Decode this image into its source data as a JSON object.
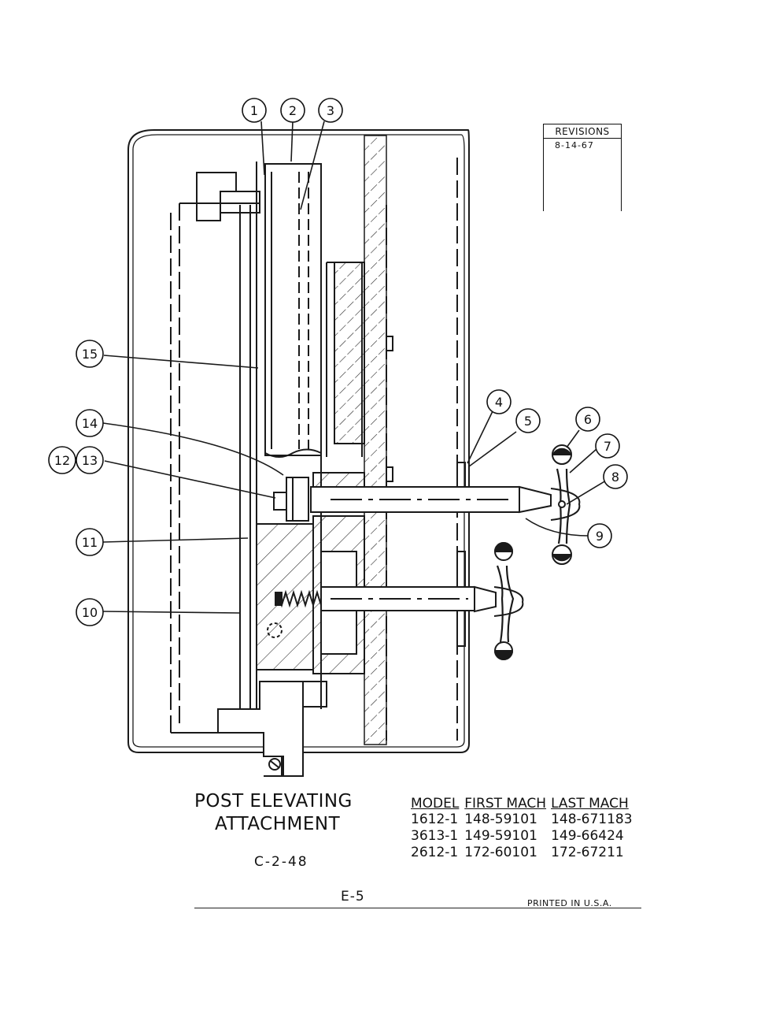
{
  "revisions": {
    "heading": "REVISIONS",
    "date": "8-14-67"
  },
  "callouts": [
    "1",
    "2",
    "3",
    "4",
    "5",
    "6",
    "7",
    "8",
    "9",
    "10",
    "11",
    "12",
    "13",
    "14",
    "15"
  ],
  "title": {
    "line1": "POST ELEVATING",
    "line2": "ATTACHMENT"
  },
  "drawing_code": "C-2-48",
  "page_number": "E-5",
  "printed": "PRINTED IN U.S.A.",
  "models_table": {
    "headers": [
      "MODEL",
      "FIRST MACH",
      "LAST MACH"
    ],
    "rows": [
      [
        "1612-1",
        "148-59101",
        "148-671183"
      ],
      [
        "3613-1",
        "149-59101",
        "149-66424"
      ],
      [
        "2612-1",
        "172-60101",
        "172-67211"
      ]
    ]
  }
}
